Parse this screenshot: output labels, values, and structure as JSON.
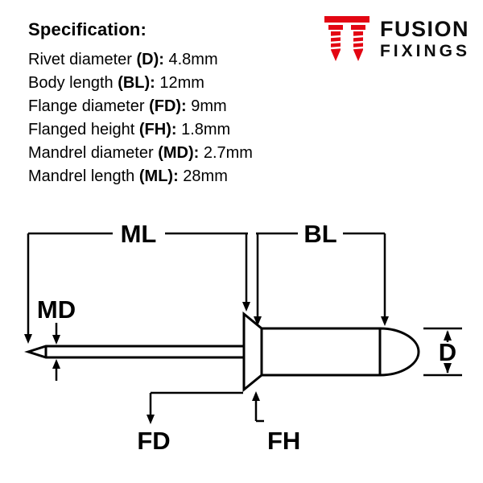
{
  "spec": {
    "heading": "Specification:",
    "items": [
      {
        "label": "Rivet diameter ",
        "code": "(D):",
        "value": " 4.8mm"
      },
      {
        "label": "Body length ",
        "code": "(BL):",
        "value": " 12mm"
      },
      {
        "label": "Flange diameter ",
        "code": "(FD):",
        "value": " 9mm"
      },
      {
        "label": "Flanged height ",
        "code": "(FH):",
        "value": " 1.8mm"
      },
      {
        "label": "Mandrel diameter ",
        "code": "(MD):",
        "value": " 2.7mm"
      },
      {
        "label": "Mandrel length ",
        "code": "(ML):",
        "value": " 28mm"
      }
    ]
  },
  "logo": {
    "line1": "FUSION",
    "line2": "FIXINGS"
  },
  "diagram": {
    "labels": {
      "ml": "ML",
      "bl": "BL",
      "md": "MD",
      "d": "D",
      "fd": "FD",
      "fh": "FH"
    }
  },
  "colors": {
    "brand_red": "#e30613",
    "ink": "#000000"
  }
}
